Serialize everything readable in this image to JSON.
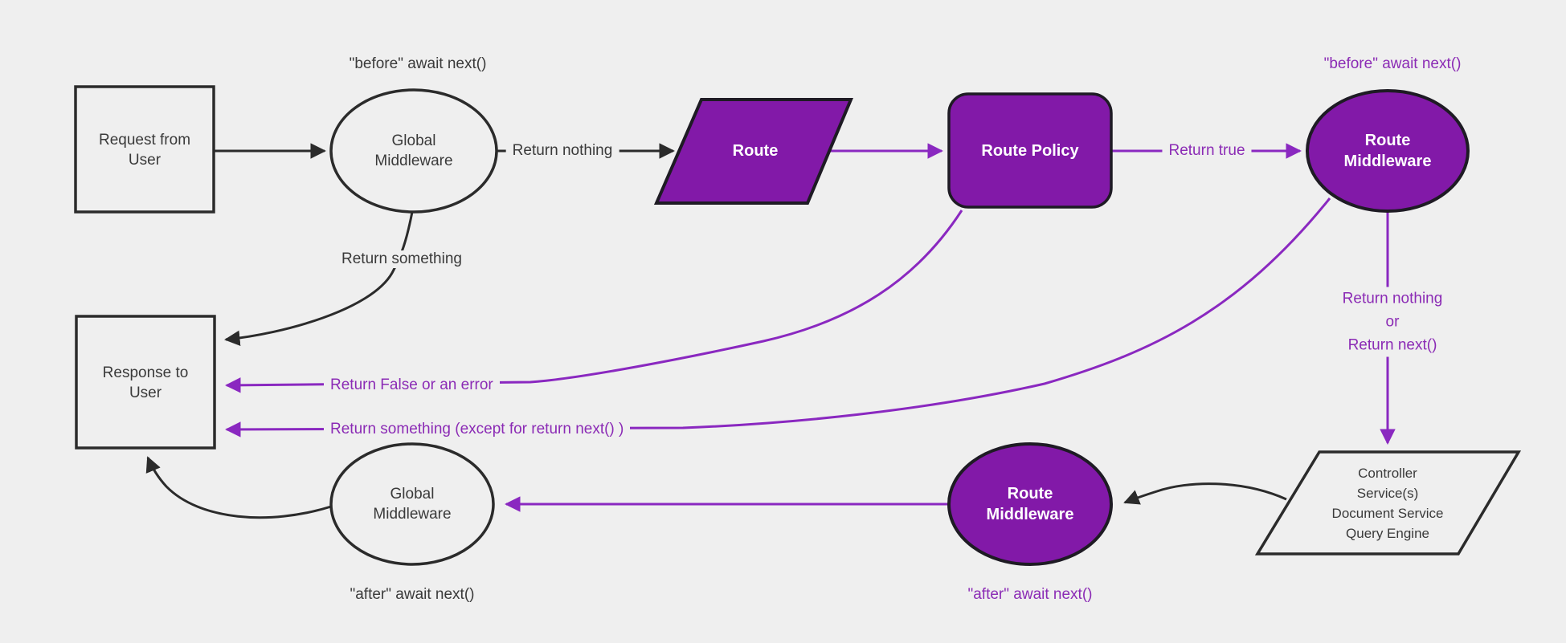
{
  "canvas": {
    "bg": "#efefef",
    "ink": "#3a3a3a",
    "black_line": "#2b2b2b",
    "purple_fill": "#8219a8",
    "purple_edge": "#8a28c0",
    "purple_text": "#8b2bb5"
  },
  "nodes": {
    "request": {
      "lines": [
        "Request from",
        "User"
      ]
    },
    "global_middleware_top": {
      "lines": [
        "Global",
        "Middleware"
      ]
    },
    "route": {
      "label": "Route"
    },
    "route_policy": {
      "label": "Route Policy"
    },
    "route_middleware_top": {
      "lines": [
        "Route",
        "Middleware"
      ]
    },
    "controller": {
      "lines": [
        "Controller",
        "Service(s)",
        "Document Service",
        "Query Engine"
      ]
    },
    "route_middleware_bottom": {
      "lines": [
        "Route",
        "Middleware"
      ]
    },
    "global_middleware_bottom": {
      "lines": [
        "Global",
        "Middleware"
      ]
    },
    "response": {
      "lines": [
        "Response to",
        "User"
      ]
    }
  },
  "annotations": {
    "before_global": "\"before\" await next()",
    "before_route": "\"before\" await next()",
    "after_global": "\"after\" await next()",
    "after_route": "\"after\" await next()"
  },
  "edge_labels": {
    "return_nothing": "Return nothing",
    "return_true": "Return true",
    "return_something": "Return something",
    "return_nothing_or": [
      "Return nothing",
      "or",
      "Return next()"
    ],
    "return_false": "Return False or an error",
    "return_something_except": "Return something (except for return next() )"
  }
}
